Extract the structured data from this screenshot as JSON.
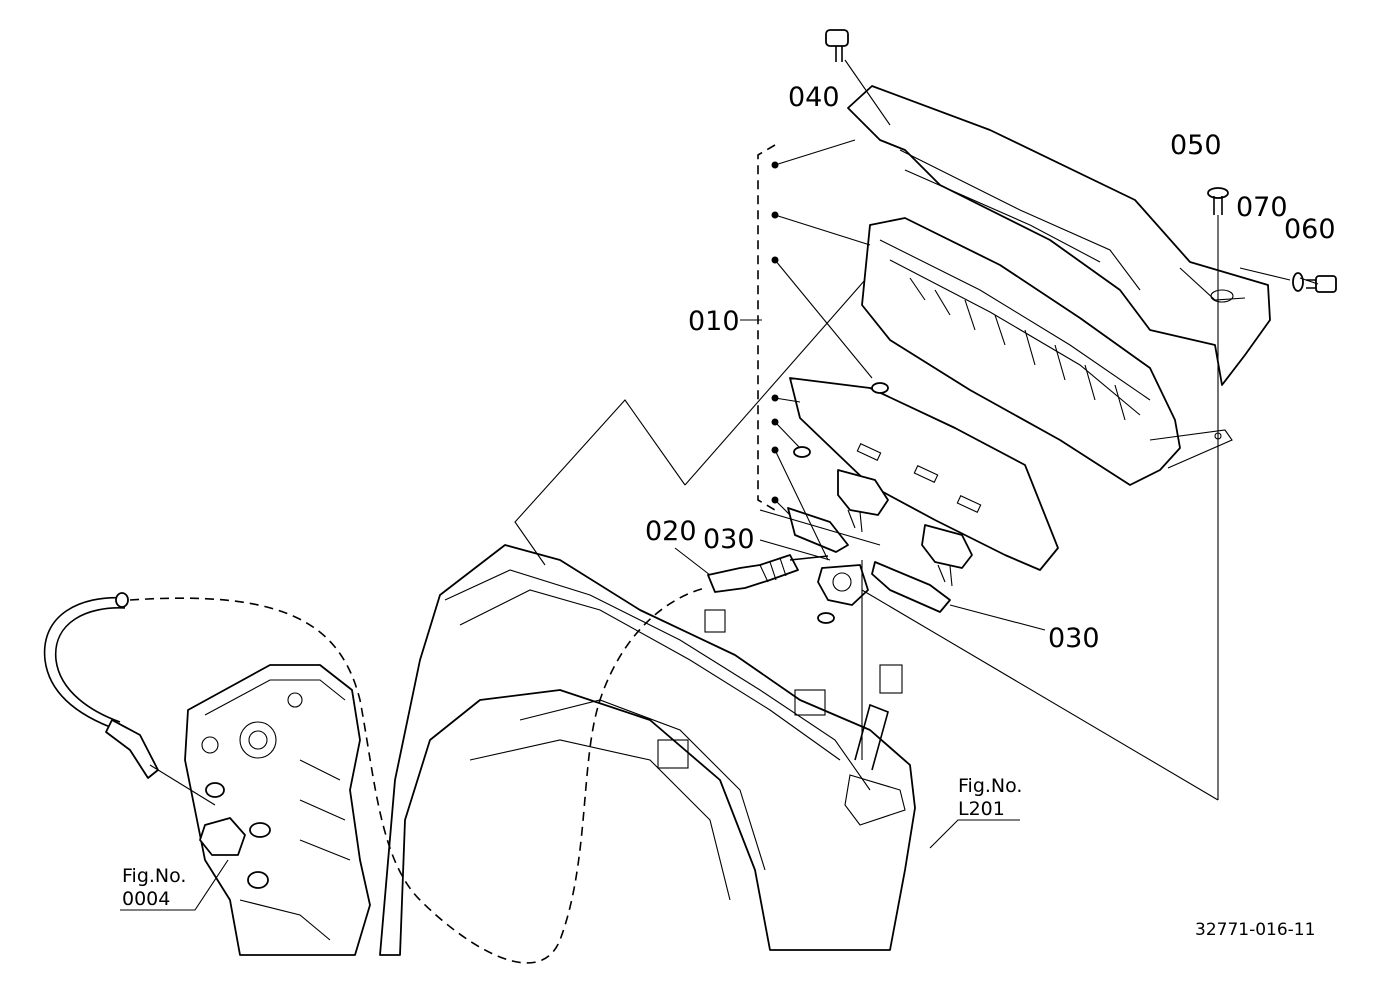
{
  "drawing": {
    "callouts": [
      {
        "id": "c040",
        "label": "040"
      },
      {
        "id": "c050",
        "label": "050"
      },
      {
        "id": "c070",
        "label": "070"
      },
      {
        "id": "c060",
        "label": "060"
      },
      {
        "id": "c010",
        "label": "010"
      },
      {
        "id": "c020",
        "label": "020"
      },
      {
        "id": "c030a",
        "label": "030"
      },
      {
        "id": "c030b",
        "label": "030"
      }
    ],
    "fig_refs": [
      {
        "id": "L201",
        "line1": "Fig.No.",
        "line2": "L201"
      },
      {
        "id": "0004",
        "line1": "Fig.No.",
        "line2": "0004"
      }
    ],
    "drawing_code": "32771-016-11"
  }
}
